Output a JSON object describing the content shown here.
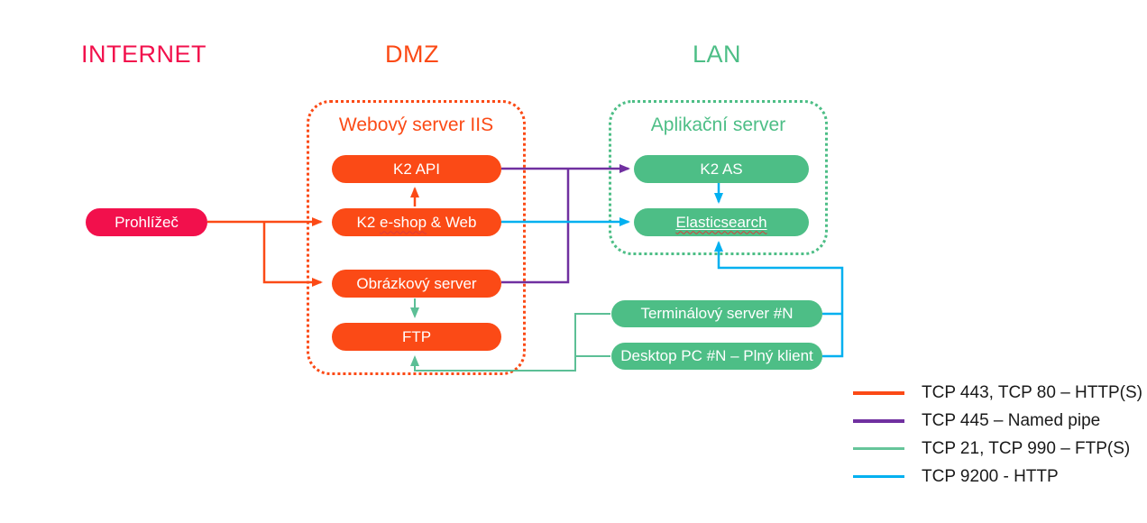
{
  "headings": {
    "internet": "INTERNET",
    "dmz": "DMZ",
    "lan": "LAN"
  },
  "groups": {
    "dmz": {
      "title": "Webový server IIS"
    },
    "lan": {
      "title": "Aplikační server"
    }
  },
  "nodes": {
    "prohlizec": "Prohlížeč",
    "k2_api": "K2 API",
    "eshop": {
      "prefix": "K2 ",
      "misspelled": "e-shop",
      "suffix": " & Web"
    },
    "obrazkovy": "Obrázkový server",
    "ftp": "FTP",
    "k2_as": "K2 AS",
    "elasticsearch": "Elasticsearch",
    "terminal": "Terminálový server #N",
    "desktop": "Desktop PC #N – Plný klient"
  },
  "legend": {
    "items": [
      {
        "label": "TCP 443, TCP 80 – HTTP(S)",
        "color": "#FB4A16"
      },
      {
        "label": "TCP 445 – Named pipe",
        "color": "#7030A0"
      },
      {
        "label": "TCP 21, TCP 990 – FTP(S)",
        "color": "#66C59A"
      },
      {
        "label": "TCP 9200 - HTTP",
        "color": "#00B0F0"
      }
    ]
  },
  "colors": {
    "internet_pink": "#F2104C",
    "dmz_orange": "#FB4A16",
    "lan_green": "#4DBE86",
    "flow_green": "#5CBF96",
    "named_pipe_purple": "#7030A0",
    "http_cyan": "#00B0F0"
  }
}
